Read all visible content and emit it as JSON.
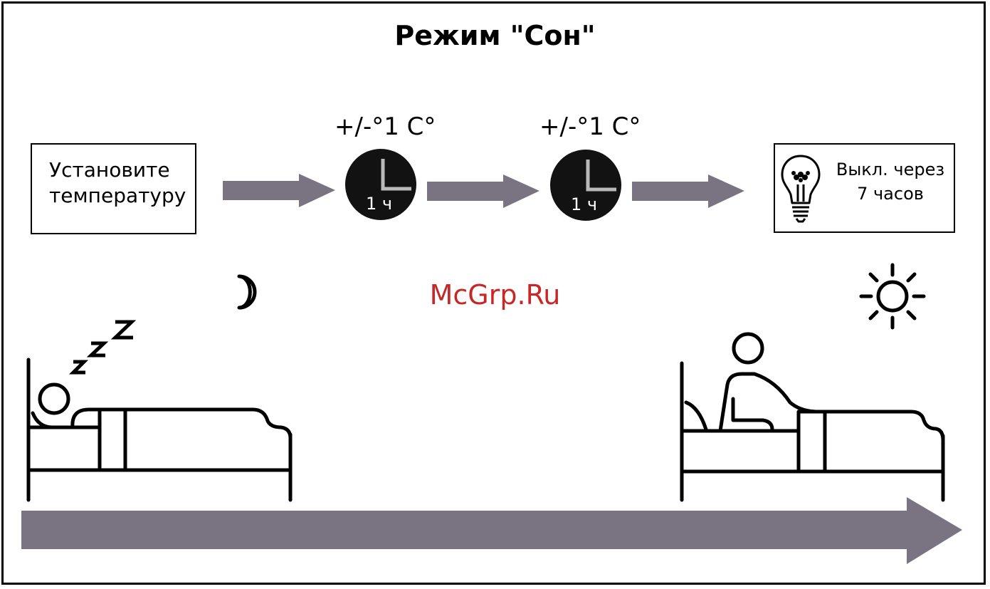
{
  "title": "Режим \"Сон\"",
  "start_box": {
    "line1": "Установите",
    "line2": "температуру"
  },
  "steps": [
    {
      "temp_change": "+/-°1 C°",
      "duration": "1 ч"
    },
    {
      "temp_change": "+/-°1 C°",
      "duration": "1 ч"
    }
  ],
  "end_box": {
    "line1": "Выкл. через",
    "line2": "7 часов"
  },
  "watermark": "McGrp.Ru",
  "colors": {
    "arrow": "#7a7382",
    "clock_face": "#121212",
    "clock_hands": "#b9b9b9",
    "watermark": "#c62828",
    "line": "#000000"
  }
}
